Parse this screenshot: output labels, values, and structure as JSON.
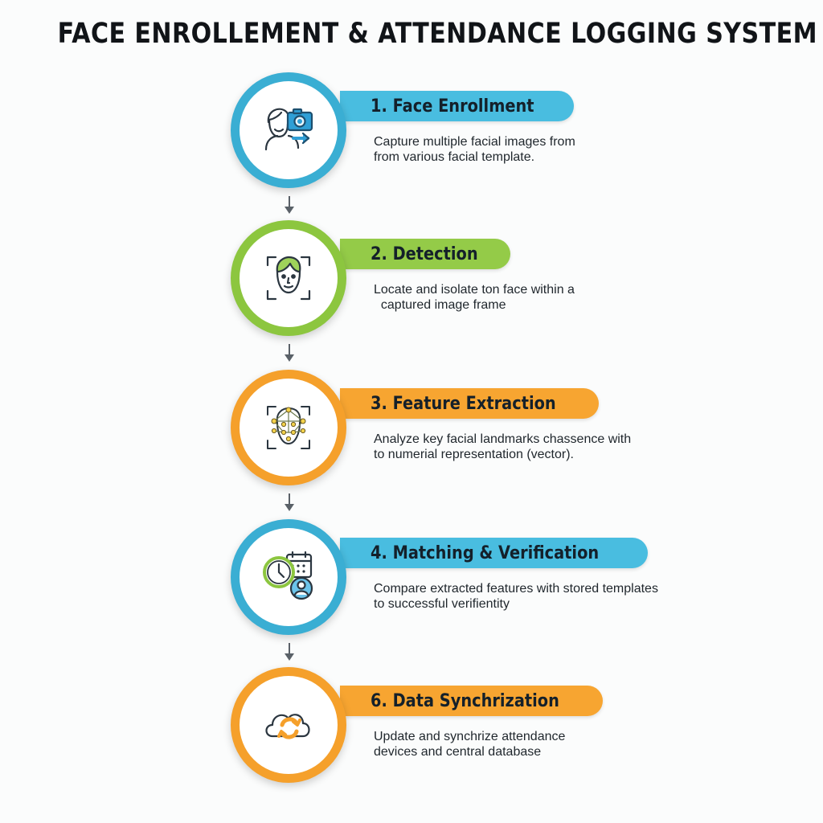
{
  "title": "FACE ENROLLEMENT & ATTENDANCE LOGGING SYSTEM",
  "colors": {
    "blue": "#3aaed3",
    "green": "#8cc63f",
    "orange": "#f5a02b",
    "banner_blue": "#49bde0",
    "banner_green": "#94cb48",
    "banner_orange": "#f7a531"
  },
  "steps": [
    {
      "heading": "1. Face Enrollment",
      "icon": "face-camera-icon",
      "desc_line1": "Capture multiple facial images from",
      "desc_line2": "from various facial template."
    },
    {
      "heading": "2. Detection",
      "icon": "face-detection-icon",
      "desc_line1": "Locate and isolate ton face within a",
      "desc_line2": "  captured image frame"
    },
    {
      "heading": "3. Feature Extraction",
      "icon": "face-landmarks-icon",
      "desc_line1": "Analyze key facial landmarks chassence with",
      "desc_line2": "to numerial representation (vector)."
    },
    {
      "heading": "4. Matching & Verification",
      "icon": "clock-calendar-user-icon",
      "desc_line1": "Compare extracted features with stored templates",
      "desc_line2": "to successful verifientity"
    },
    {
      "heading": "6. Data Synchrization",
      "icon": "cloud-sync-icon",
      "desc_line1": "Update and synchrize attendance",
      "desc_line2": "devices and central database"
    }
  ]
}
